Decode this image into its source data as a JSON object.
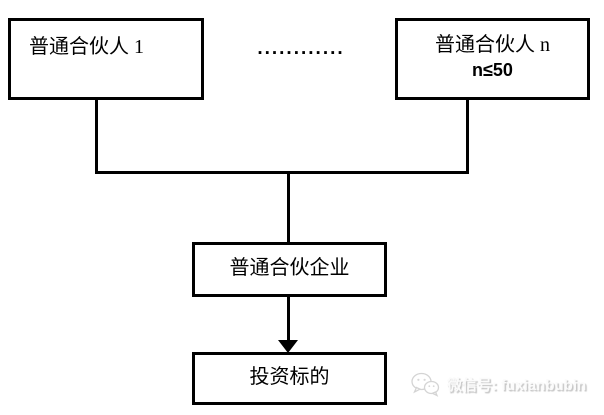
{
  "colors": {
    "background": "#ffffff",
    "stroke": "#000000",
    "watermark_fill": "#fbfbfb",
    "watermark_shadow": "#c5c5c5"
  },
  "nodes": {
    "gp1": "普通合伙人 1",
    "ellipsis": "............",
    "gpn_line1": "普通合伙人 n",
    "gpn_line2": "n≤50",
    "partnership": "普通合伙企业",
    "target": "投资标的"
  },
  "watermark": {
    "icon": "wechat-icon",
    "text": "微信号: fuxianbubin"
  }
}
